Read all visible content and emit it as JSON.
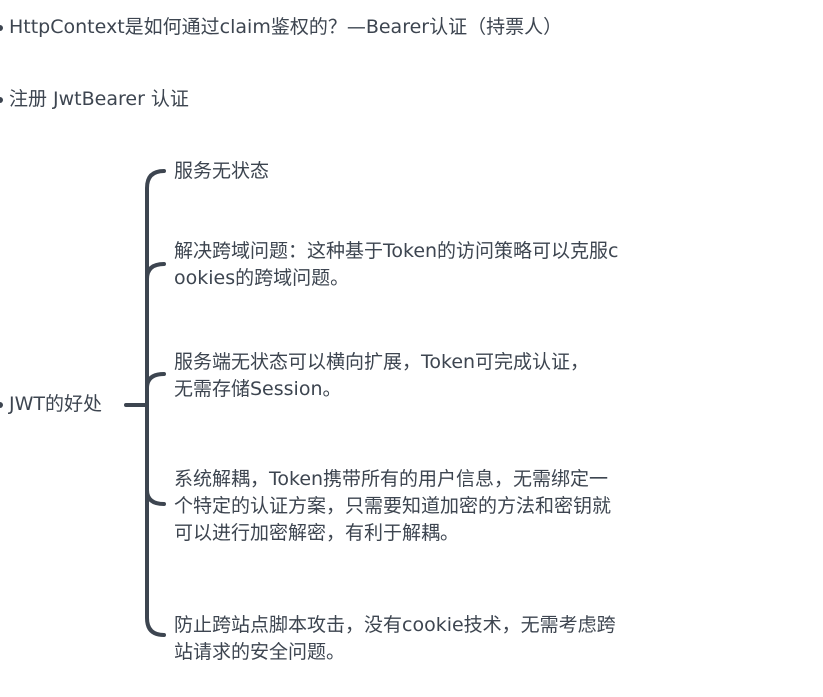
{
  "topics": [
    {
      "text": "HttpContext是如何通过claim鉴权的？—Bearer认证（持票人）"
    },
    {
      "text": "注册 JwtBearer 认证"
    },
    {
      "text": "JWT的好处"
    }
  ],
  "benefits": [
    {
      "text": "服务无状态"
    },
    {
      "text": "解决跨域问题：这种基于Token的访问策略可以克服cookies的跨域问题。"
    },
    {
      "text": "服务端无状态可以横向扩展，Token可完成认证，无需存储Session。"
    },
    {
      "text": "系统解耦，Token携带所有的用户信息，无需绑定一个特定的认证方案，只需要知道加密的方法和密钥就可以进行加密解密，有利于解耦。"
    },
    {
      "text": "防止跨站点脚本攻击，没有cookie技术，无需考虑跨站请求的安全问题。"
    }
  ],
  "colors": {
    "text": "#3d4550",
    "connector": "#3d4550",
    "background": "#ffffff"
  }
}
